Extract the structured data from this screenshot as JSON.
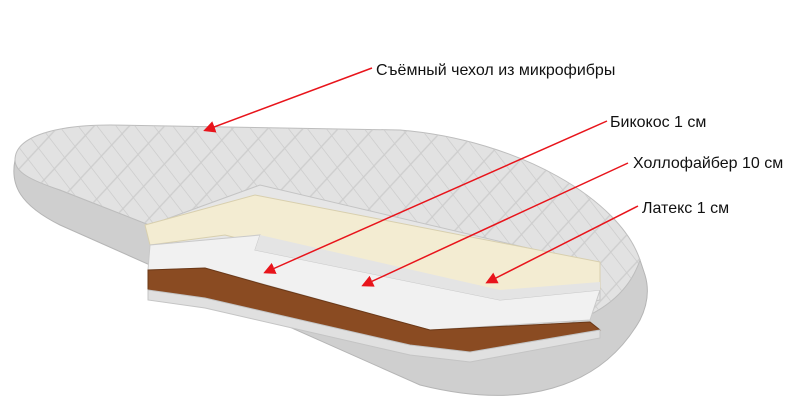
{
  "labels": {
    "cover": "Съёмный чехол из микрофибры",
    "bicoconut": "Бикокос 1 см",
    "hollofiber": "Холлофайбер 10 см",
    "latex": "Латекс 1 см"
  },
  "colors": {
    "arrow": "#e8141b",
    "cover": "#dcdcdc",
    "foam": "#f1f1f1",
    "latex": "#f3ecd2",
    "coconut": "#8a4b22"
  }
}
